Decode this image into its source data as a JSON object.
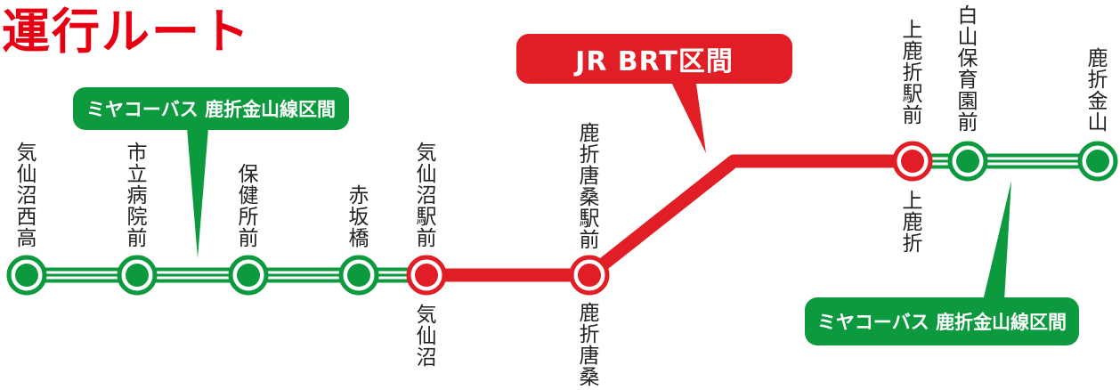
{
  "title": "運行ルート",
  "jr_brt_label": "JR BRT区間",
  "bus_label_top": "ミヤコーバス 鹿折金山線区間",
  "bus_label_bottom": "ミヤコーバス 鹿折金山線区間",
  "stations": {
    "kesennuma_nishi_taka": "気仙沼西高",
    "shiritsu_byoin_mae": "市立病院前",
    "hokenjo_mae": "保健所前",
    "akasaka_bashi": "赤坂橋",
    "kesennuma_eki_mae": "気仙沼駅前",
    "kesennuma": "気仙沼",
    "shishiori_karakuwa_eki_mae": "鹿折唐桑駅前",
    "shishiori_karakuwa": "鹿折唐桑",
    "kami_shishiori_eki_mae": "上鹿折駅前",
    "kami_shishiori": "上鹿折",
    "hakusan_hoikuen_mae": "白山保育園前",
    "shishiori_kanayama": "鹿折金山"
  },
  "colors": {
    "bus_line": "#0d9a3f",
    "brt_line": "#e11e26",
    "title": "#e60012"
  }
}
